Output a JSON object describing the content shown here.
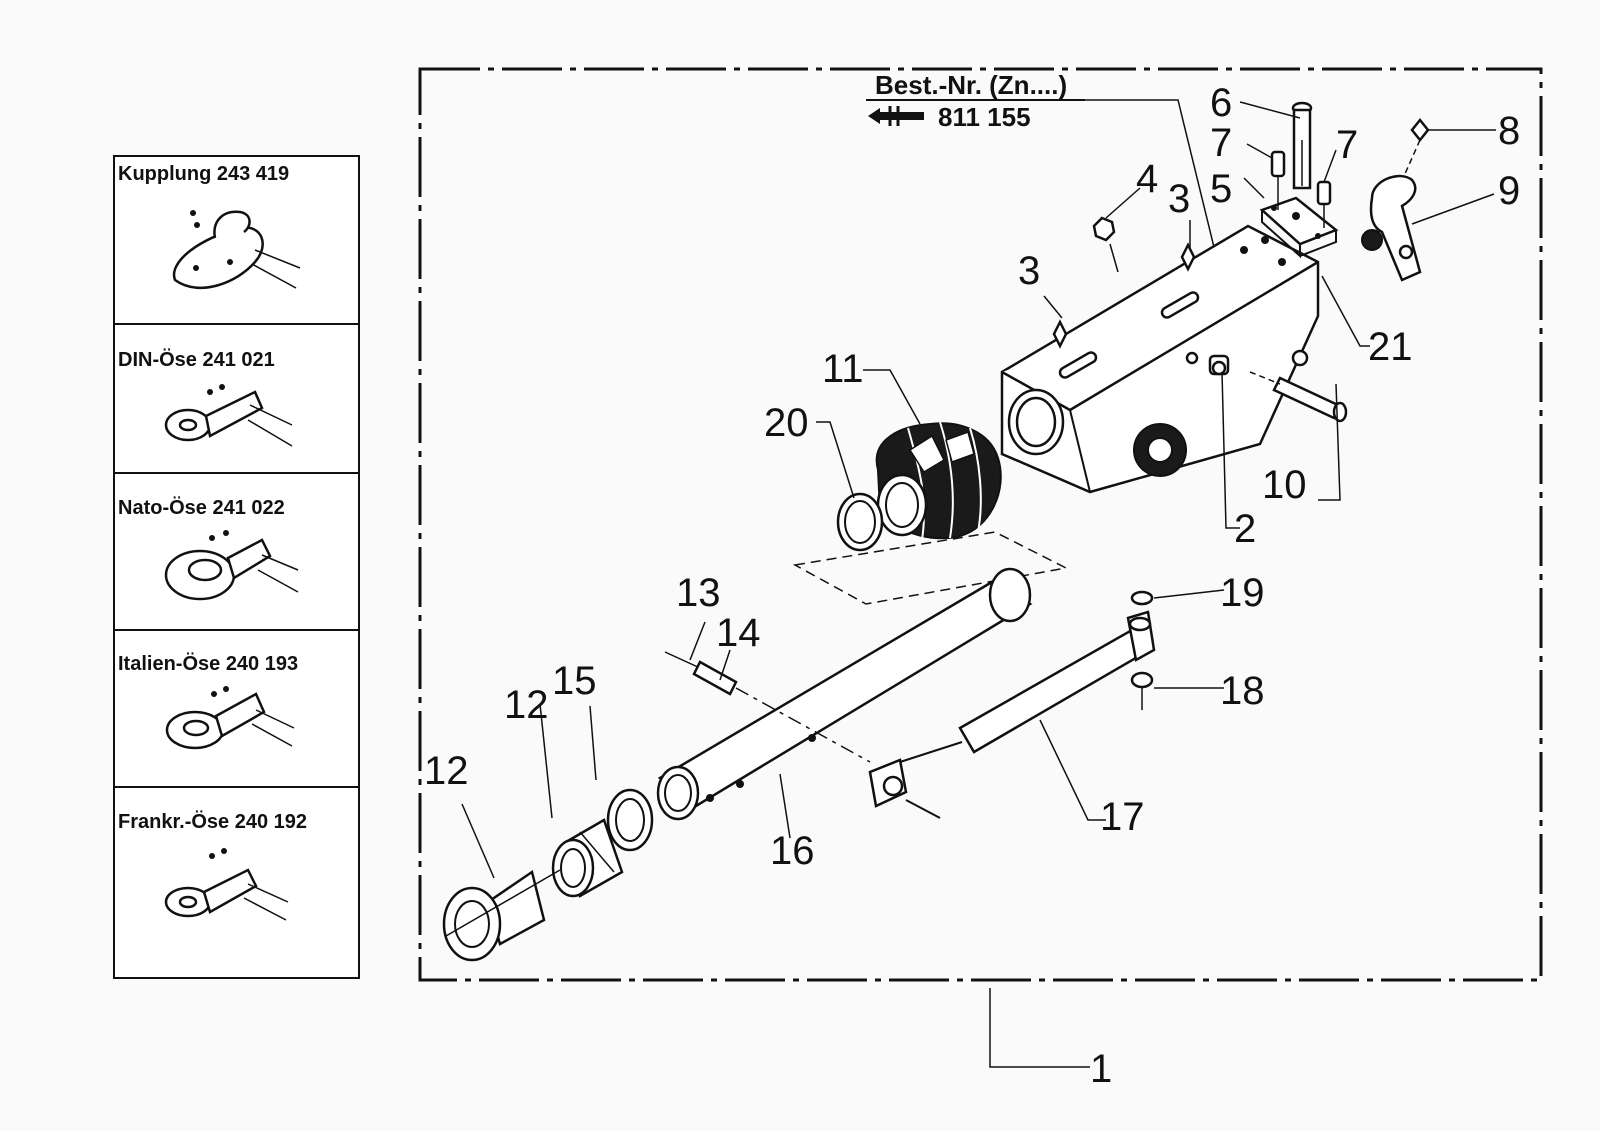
{
  "header": {
    "order_label": "Best.-Nr. (Zn....)",
    "order_number": "811 155"
  },
  "sidebar": {
    "items": [
      {
        "title": "Kupplung  243 419",
        "icon": "coupling-head-icon"
      },
      {
        "title": "DIN-Öse  241 021",
        "icon": "din-eye-icon"
      },
      {
        "title": "Nato-Öse  241 022",
        "icon": "nato-eye-icon"
      },
      {
        "title": "Italien-Öse  240 193",
        "icon": "italy-eye-icon"
      },
      {
        "title": "Frankr.-Öse  240 192",
        "icon": "france-eye-icon"
      }
    ]
  },
  "callouts": {
    "c1": "1",
    "c2": "2",
    "c3a": "3",
    "c3b": "3",
    "c4": "4",
    "c5": "5",
    "c6": "6",
    "c7a": "7",
    "c7b": "7",
    "c8": "8",
    "c9": "9",
    "c10": "10",
    "c11": "11",
    "c12a": "12",
    "c12b": "12",
    "c13": "13",
    "c14": "14",
    "c15": "15",
    "c16": "16",
    "c17": "17",
    "c18": "18",
    "c19": "19",
    "c20": "20",
    "c21": "21"
  }
}
